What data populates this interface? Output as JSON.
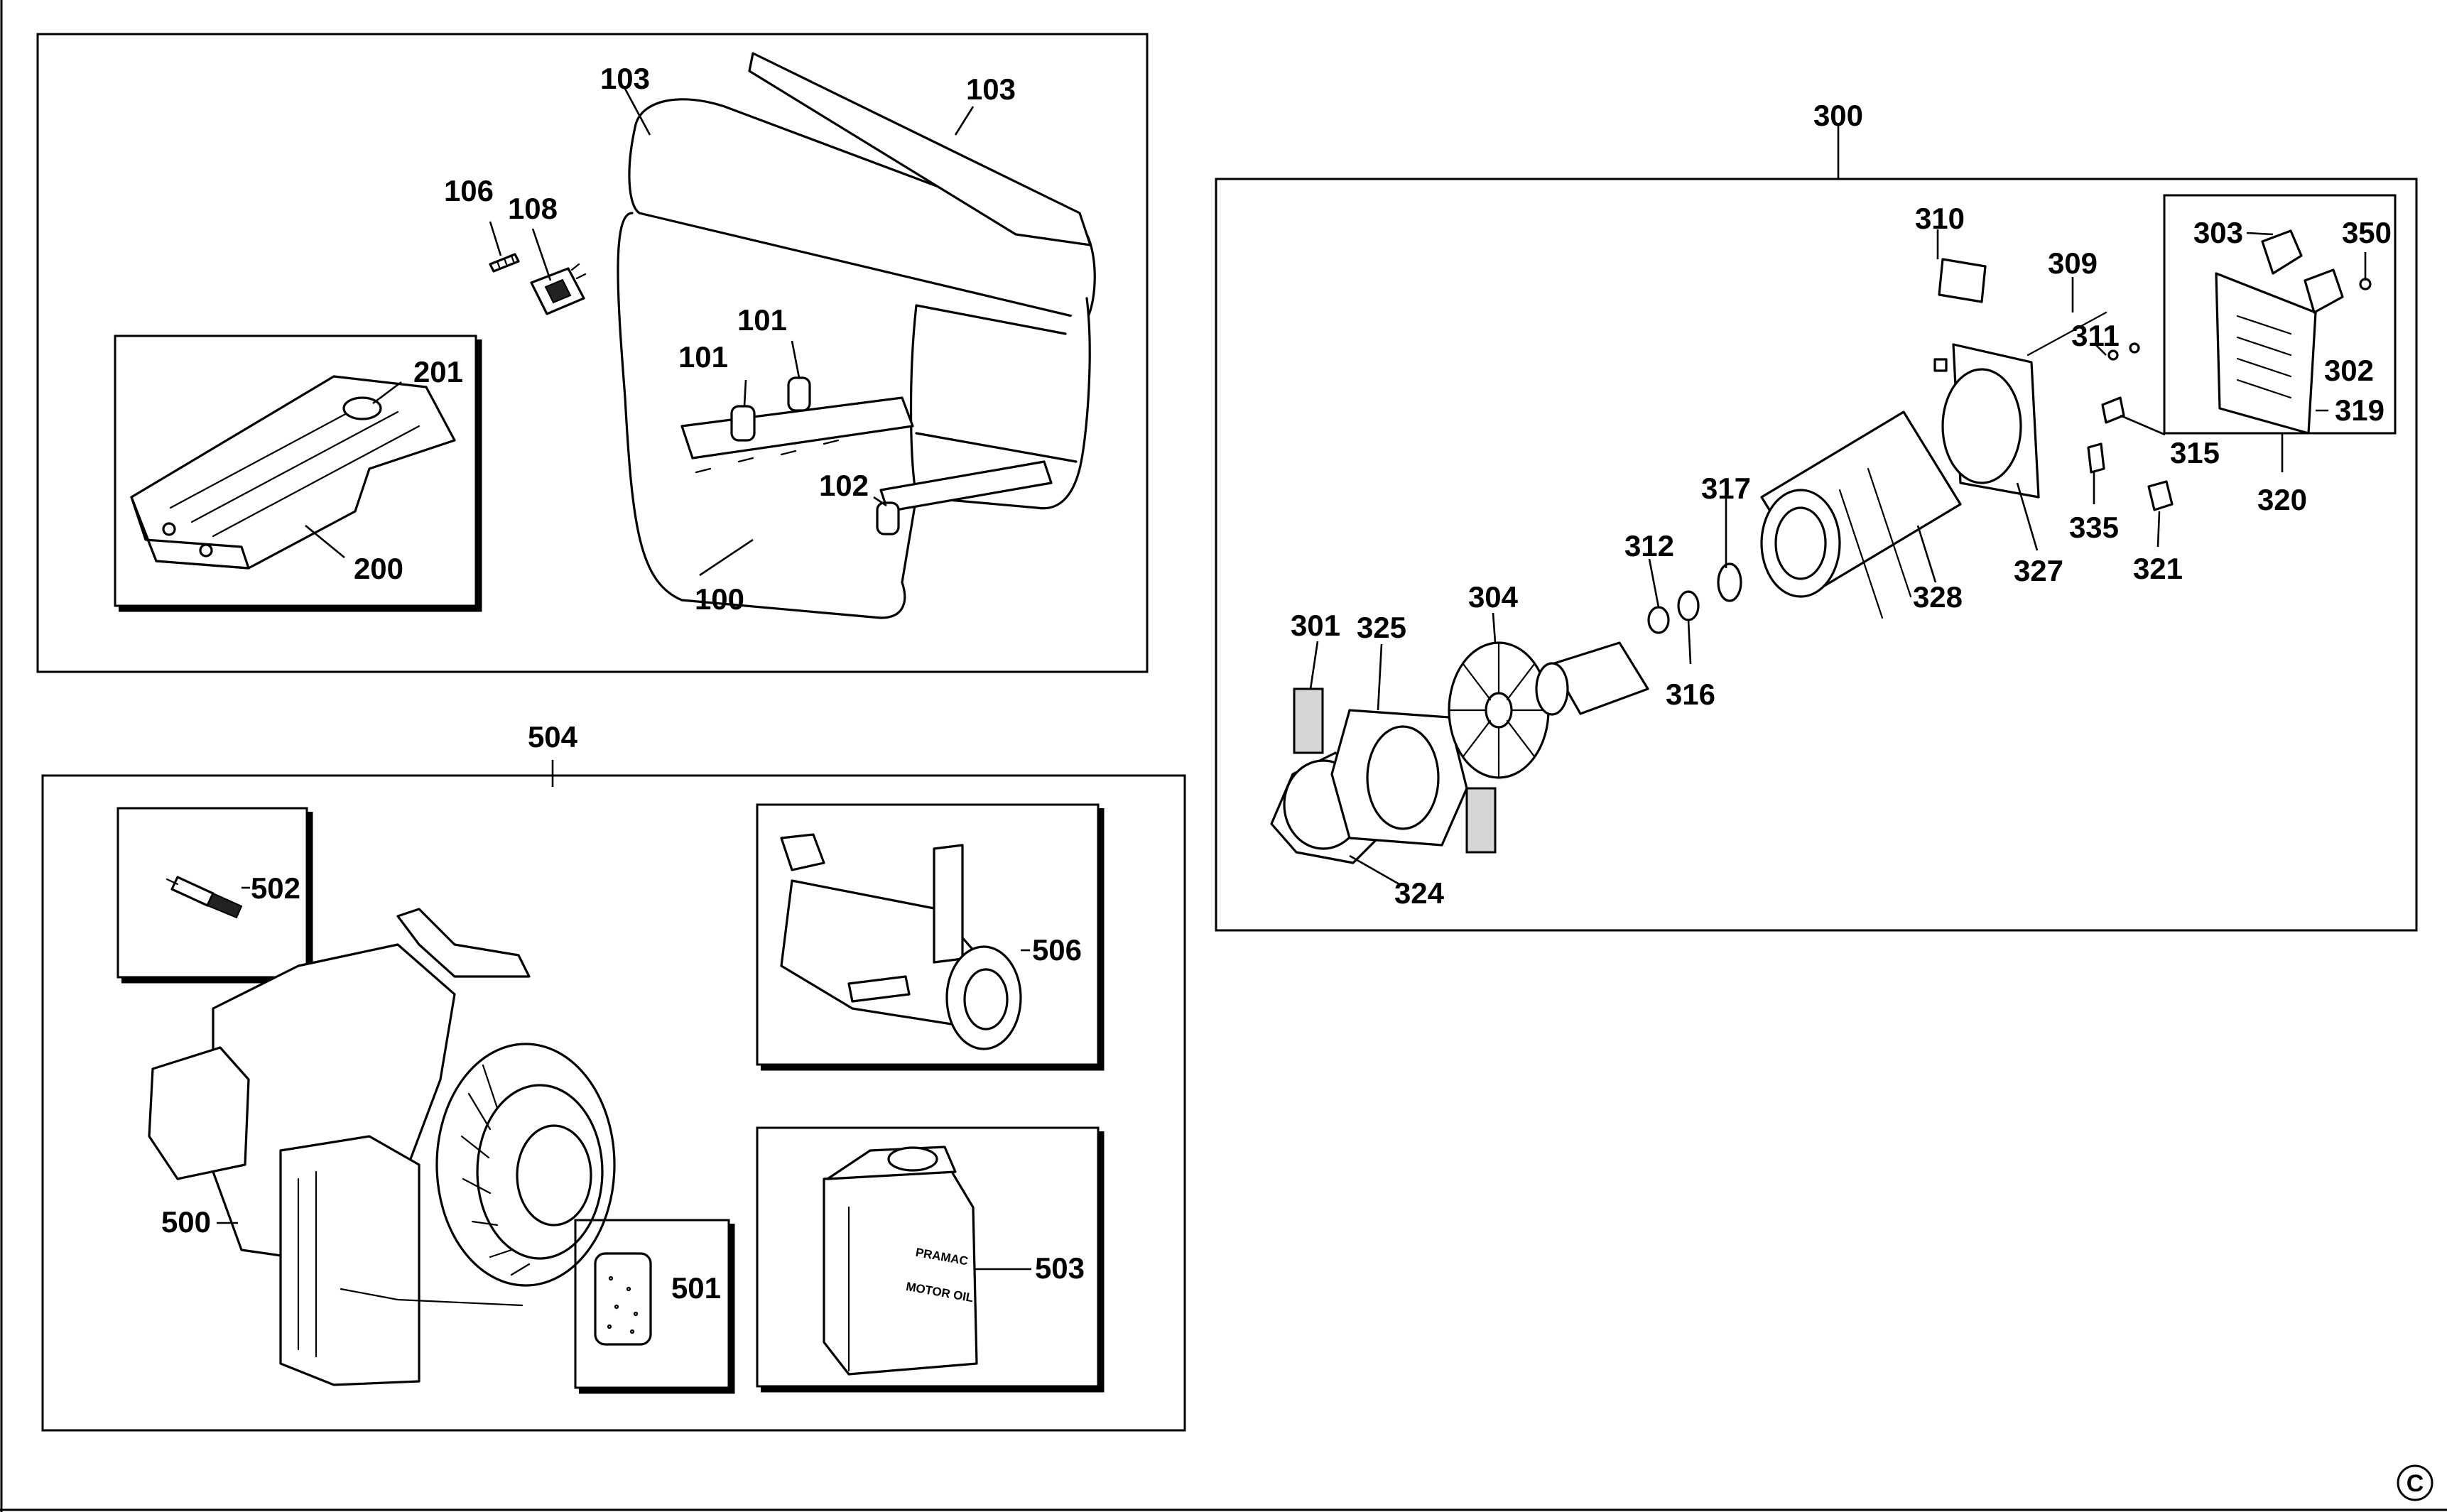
{
  "copyright_mark": "C",
  "panels": {
    "frame_top": [
      "103",
      "103",
      "106",
      "108",
      "101",
      "101",
      "102",
      "100"
    ],
    "fuel_tank": [
      "201",
      "200"
    ],
    "engine": [
      "504",
      "502",
      "500",
      "501"
    ],
    "muffler": [
      "506"
    ],
    "oil_can": [
      "503"
    ],
    "oil_can_text": [
      "PRAMAC",
      "MOTOR OIL"
    ],
    "alternator": [
      "300",
      "310",
      "309",
      "311",
      "317",
      "312",
      "316",
      "304",
      "301",
      "325",
      "324",
      "328",
      "327",
      "335",
      "321",
      "315"
    ],
    "control_panel": [
      "303",
      "350",
      "302",
      "319",
      "320"
    ]
  }
}
